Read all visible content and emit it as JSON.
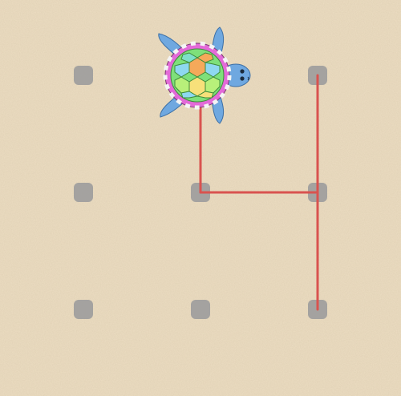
{
  "puzzle": {
    "grid": {
      "rows": 3,
      "cols": 3
    },
    "drawn_path": [
      {
        "from": [
          0,
          1
        ],
        "to": [
          1,
          1
        ]
      },
      {
        "from": [
          1,
          1
        ],
        "to": [
          1,
          2
        ]
      },
      {
        "from": [
          0,
          2
        ],
        "to": [
          1,
          2
        ]
      },
      {
        "from": [
          1,
          2
        ],
        "to": [
          2,
          2
        ]
      }
    ],
    "turtle": {
      "row": 0,
      "col": 1,
      "facing": "right",
      "icon": "turtle-icon"
    }
  },
  "colors": {
    "sand": "#eadbc0",
    "dot": "#9c9c9c",
    "line": "#d9534f",
    "shell_rim": "#e36ad8",
    "shell_inner": "#7ee07a",
    "flipper": "#6fa8e0"
  }
}
